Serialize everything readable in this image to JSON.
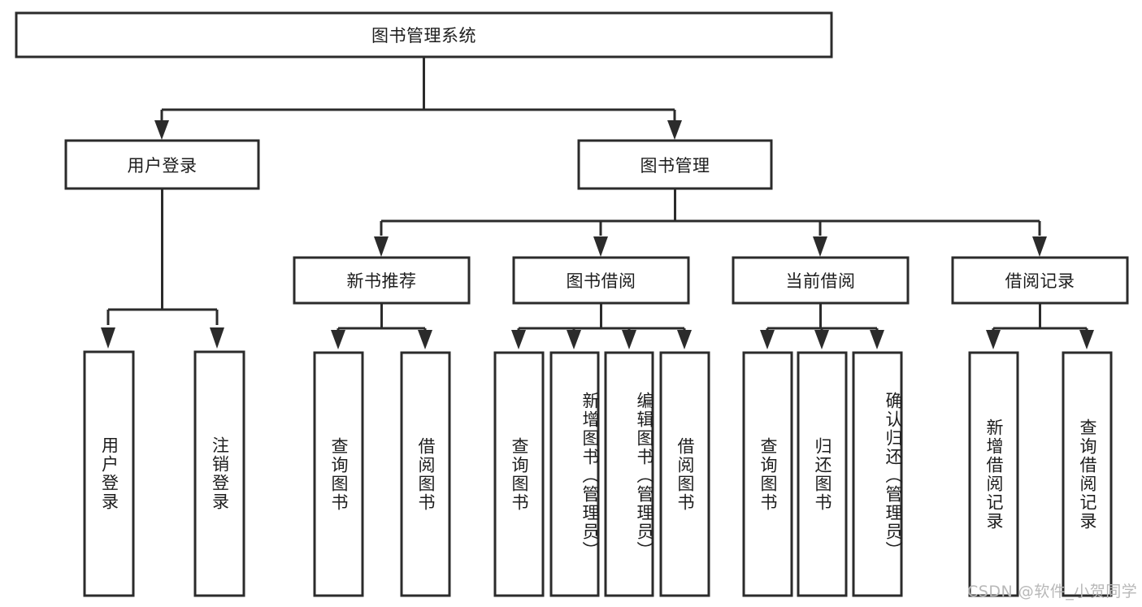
{
  "diagram": {
    "type": "hierarchy-tree",
    "title": "图书管理系统",
    "root": {
      "id": "root",
      "label": "图书管理系统"
    },
    "level2": [
      {
        "id": "user-login",
        "label": "用户登录"
      },
      {
        "id": "book-management",
        "label": "图书管理"
      }
    ],
    "level3": [
      {
        "id": "new-book-recommend",
        "label": "新书推荐",
        "parent": "book-management"
      },
      {
        "id": "book-borrow",
        "label": "图书借阅",
        "parent": "book-management"
      },
      {
        "id": "current-borrow",
        "label": "当前借阅",
        "parent": "book-management"
      },
      {
        "id": "borrow-record",
        "label": "借阅记录",
        "parent": "book-management"
      }
    ],
    "leaves": {
      "user-login": [
        {
          "id": "leaf-user-login",
          "label": "用户登录"
        },
        {
          "id": "leaf-user-logout",
          "label": "注销登录"
        }
      ],
      "new-book-recommend": [
        {
          "id": "leaf-query-book-1",
          "label": "查询图书"
        },
        {
          "id": "leaf-borrow-book-1",
          "label": "借阅图书"
        }
      ],
      "book-borrow": [
        {
          "id": "leaf-query-book-2",
          "label": "查询图书"
        },
        {
          "id": "leaf-add-book",
          "label": "新增图书（管理员）"
        },
        {
          "id": "leaf-edit-book",
          "label": "编辑图书（管理员）"
        },
        {
          "id": "leaf-borrow-book-2",
          "label": "借阅图书"
        }
      ],
      "current-borrow": [
        {
          "id": "leaf-query-book-3",
          "label": "查询图书"
        },
        {
          "id": "leaf-return-book",
          "label": "归还图书"
        },
        {
          "id": "leaf-confirm-return",
          "label": "确认归还（管理员）"
        }
      ],
      "borrow-record": [
        {
          "id": "leaf-add-record",
          "label": "新增借阅记录"
        },
        {
          "id": "leaf-query-record",
          "label": "查询借阅记录"
        }
      ]
    },
    "colors": {
      "stroke": "#2b2b2b",
      "fill": "#ffffff",
      "text": "#1d1d1d",
      "watermark": "#b8b8b8"
    }
  },
  "watermark": {
    "text": "CSDN @软件_小贺同学"
  }
}
